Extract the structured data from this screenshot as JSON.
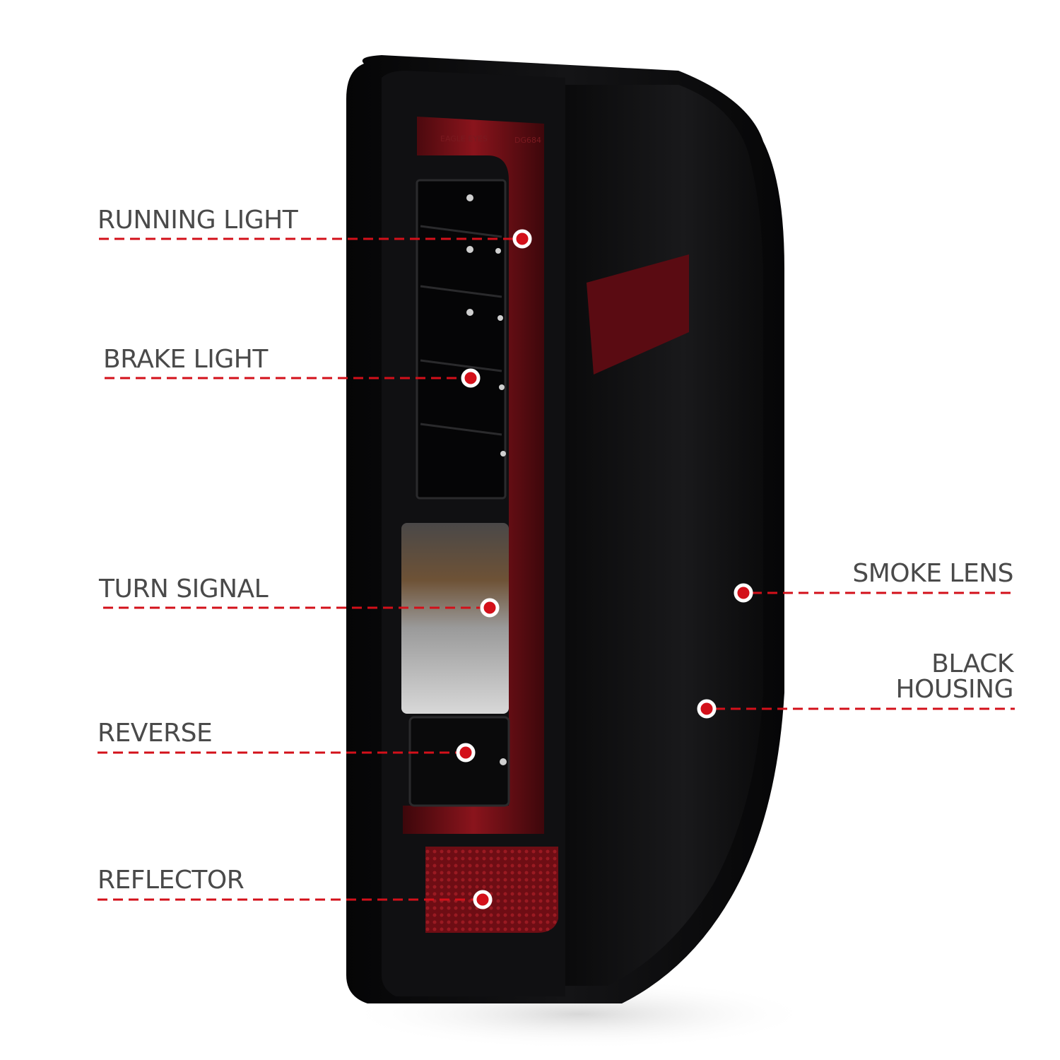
{
  "colors": {
    "accent_red": "#d3101a",
    "label_gray": "#4a4a4a",
    "background": "#ffffff",
    "housing_black": "#0c0c0e",
    "light_bar_red": "#7a0f16"
  },
  "lens_text": {
    "line1": "EAGLE EYES",
    "line2": "DG684"
  },
  "callouts": [
    {
      "id": "running-light",
      "label": "RUNNING LIGHT",
      "side": "left"
    },
    {
      "id": "brake-light",
      "label": "BRAKE LIGHT",
      "side": "left"
    },
    {
      "id": "turn-signal",
      "label": "TURN SIGNAL",
      "side": "left"
    },
    {
      "id": "reverse",
      "label": "REVERSE",
      "side": "left"
    },
    {
      "id": "reflector",
      "label": "REFLECTOR",
      "side": "left"
    },
    {
      "id": "smoke-lens",
      "label": "SMOKE LENS",
      "side": "right"
    },
    {
      "id": "black-housing",
      "label_line1": "BLACK",
      "label_line2": "HOUSING",
      "side": "right"
    }
  ]
}
